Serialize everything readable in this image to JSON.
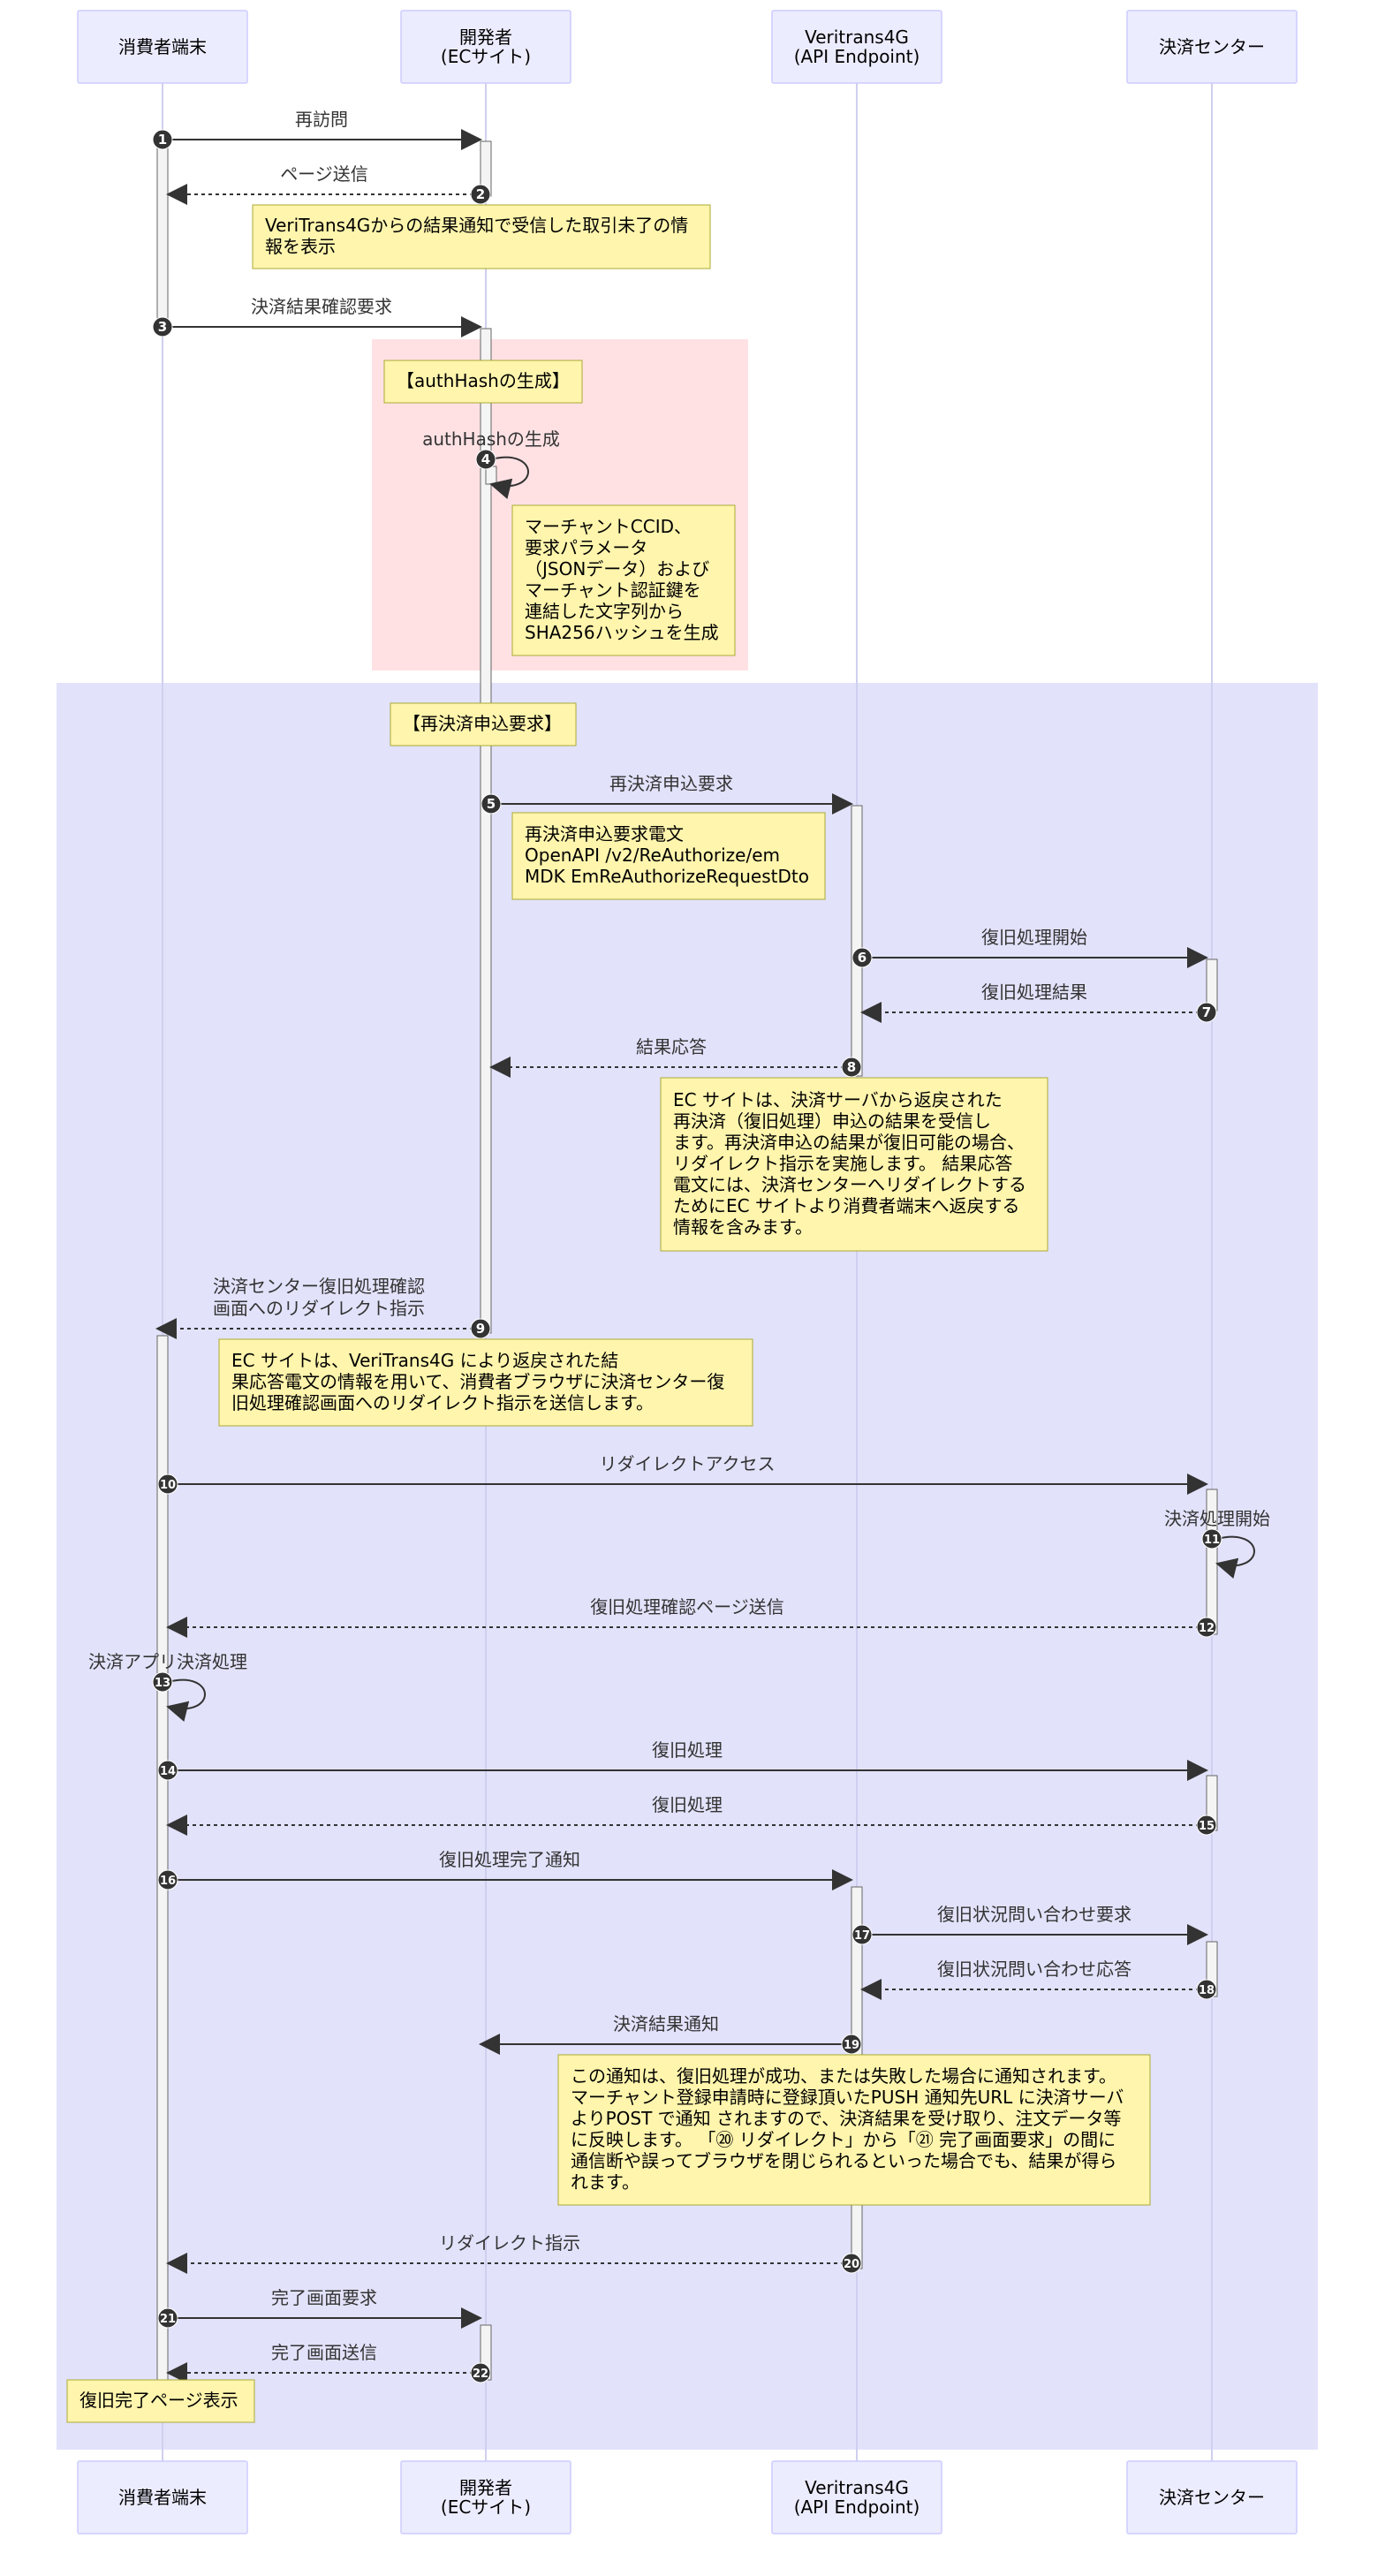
{
  "colors": {
    "actor_fill": "#ececff",
    "actor_stroke": "#ccccff",
    "lifeline": "#cfcfef",
    "message": "#333333",
    "note_fill": "#fff5ad",
    "note_stroke": "#aaaa33",
    "rect_pink": "#ffe1e4",
    "rect_blue": "#e2e2fb",
    "activation_fill": "#f4f4f4",
    "activation_stroke": "#666666",
    "number_badge": "#333333"
  },
  "participants": [
    {
      "id": "consumer",
      "label": [
        "消費者端末"
      ]
    },
    {
      "id": "dev",
      "label": [
        "開発者",
        "(ECサイト)"
      ]
    },
    {
      "id": "vt",
      "label": [
        "Veritrans4G",
        "(API Endpoint)"
      ]
    },
    {
      "id": "center",
      "label": [
        "決済センター"
      ]
    }
  ],
  "messages": [
    {
      "n": "1",
      "from": "consumer",
      "to": "dev",
      "style": "solid",
      "label": [
        "再訪問"
      ]
    },
    {
      "n": "2",
      "from": "dev",
      "to": "consumer",
      "style": "dotted",
      "label": [
        "ページ送信"
      ]
    },
    {
      "n": "3",
      "from": "consumer",
      "to": "dev",
      "style": "solid",
      "label": [
        "決済結果確認要求"
      ]
    },
    {
      "n": "4",
      "from": "dev",
      "to": "dev",
      "style": "solid",
      "label": [
        "authHashの生成"
      ]
    },
    {
      "n": "5",
      "from": "dev",
      "to": "vt",
      "style": "solid",
      "label": [
        "再決済申込要求"
      ]
    },
    {
      "n": "6",
      "from": "vt",
      "to": "center",
      "style": "solid",
      "label": [
        "復旧処理開始"
      ]
    },
    {
      "n": "7",
      "from": "center",
      "to": "vt",
      "style": "dotted",
      "label": [
        "復旧処理結果"
      ]
    },
    {
      "n": "8",
      "from": "vt",
      "to": "dev",
      "style": "dotted",
      "label": [
        "結果応答"
      ]
    },
    {
      "n": "9",
      "from": "dev",
      "to": "consumer",
      "style": "dotted",
      "label": [
        "決済センター復旧処理確認",
        "画面へのリダイレクト指示"
      ]
    },
    {
      "n": "10",
      "from": "consumer",
      "to": "center",
      "style": "solid",
      "label": [
        "リダイレクトアクセス"
      ]
    },
    {
      "n": "11",
      "from": "center",
      "to": "center",
      "style": "solid",
      "label": [
        "決済処理開始"
      ]
    },
    {
      "n": "12",
      "from": "center",
      "to": "consumer",
      "style": "dotted",
      "label": [
        "復旧処理確認ページ送信"
      ]
    },
    {
      "n": "13",
      "from": "consumer",
      "to": "consumer",
      "style": "solid",
      "label": [
        "決済アプリ決済処理"
      ]
    },
    {
      "n": "14",
      "from": "consumer",
      "to": "center",
      "style": "solid",
      "label": [
        "復旧処理"
      ]
    },
    {
      "n": "15",
      "from": "center",
      "to": "consumer",
      "style": "dotted",
      "label": [
        "復旧処理"
      ]
    },
    {
      "n": "16",
      "from": "consumer",
      "to": "vt",
      "style": "solid",
      "label": [
        "復旧処理完了通知"
      ]
    },
    {
      "n": "17",
      "from": "vt",
      "to": "center",
      "style": "solid",
      "label": [
        "復旧状況問い合わせ要求"
      ]
    },
    {
      "n": "18",
      "from": "center",
      "to": "vt",
      "style": "dotted",
      "label": [
        "復旧状況問い合わせ応答"
      ]
    },
    {
      "n": "19",
      "from": "vt",
      "to": "dev",
      "style": "solid",
      "label": [
        "決済結果通知"
      ]
    },
    {
      "n": "20",
      "from": "vt",
      "to": "consumer",
      "style": "dotted",
      "label": [
        "リダイレクト指示"
      ]
    },
    {
      "n": "21",
      "from": "consumer",
      "to": "dev",
      "style": "solid",
      "label": [
        "完了画面要求"
      ]
    },
    {
      "n": "22",
      "from": "dev",
      "to": "consumer",
      "style": "dotted",
      "label": [
        "完了画面送信"
      ]
    }
  ],
  "notes": [
    {
      "id": "note-result-display",
      "lines": [
        "VeriTrans4Gからの結果通知で受信した取引未了の情",
        "報を表示"
      ]
    },
    {
      "id": "note-authhash-title",
      "lines": [
        "【authHashの生成】"
      ]
    },
    {
      "id": "note-authhash-detail",
      "lines": [
        "マーチャントCCID、",
        "要求パラメータ",
        "（JSONデータ）および",
        "マーチャント認証鍵を",
        "連結した文字列から",
        "SHA256ハッシュを生成"
      ]
    },
    {
      "id": "note-reauth-title",
      "lines": [
        "【再決済申込要求】"
      ]
    },
    {
      "id": "note-reauth-detail",
      "lines": [
        "再決済申込要求電文",
        "OpenAPI /v2/ReAuthorize/em",
        "MDK EmReAuthorizeRequestDto"
      ]
    },
    {
      "id": "note-result-response",
      "lines": [
        "EC サイトは、決済サーバから返戻された",
        "再決済（復旧処理）申込の結果を受信し",
        "ます。再決済申込の結果が復旧可能の場合、",
        "リダイレクト指示を実施します。 結果応答",
        "電文には、決済センターへリダイレクトする",
        "ためにEC サイトより消費者端末へ返戻する",
        "情報を含みます。"
      ]
    },
    {
      "id": "note-redirect-instruction",
      "lines": [
        "EC サイトは、VeriTrans4G により返戻された結",
        "果応答電文の情報を用いて、消費者ブラウザに決済センター復",
        "旧処理確認画面へのリダイレクト指示を送信します。"
      ]
    },
    {
      "id": "note-push-notification",
      "lines": [
        "この通知は、復旧処理が成功、または失敗した場合に通知されます。",
        "マーチャント登録申請時に登録頂いたPUSH 通知先URL に決済サーバ",
        "よりPOST で通知 されますので、決済結果を受け取り、注文データ等",
        "に反映します。 「⑳ リダイレクト」から「㉑ 完了画面要求」の間に",
        "通信断や誤ってブラウザを閉じられるといった場合でも、結果が得ら",
        "れます。"
      ]
    },
    {
      "id": "note-complete-page",
      "lines": [
        "復旧完了ページ表示"
      ]
    }
  ]
}
